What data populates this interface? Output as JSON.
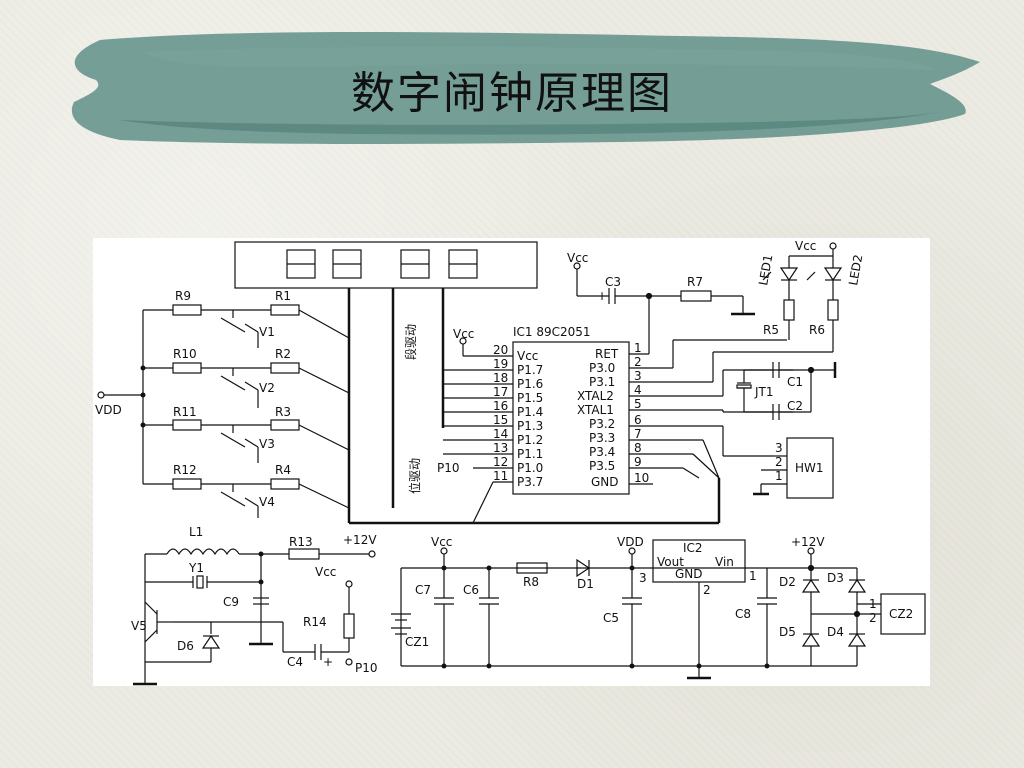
{
  "page": {
    "title": "数字闹钟原理图"
  },
  "schematic": {
    "display_drive": {
      "segment_drive": "段驱动",
      "digit_drive": "位驱动"
    },
    "resistors": {
      "r1": "R1",
      "r2": "R2",
      "r3": "R3",
      "r4": "R4",
      "r5": "R5",
      "r6": "R6",
      "r7": "R7",
      "r8": "R8",
      "r9": "R9",
      "r10": "R10",
      "r11": "R11",
      "r12": "R12",
      "r13": "R13",
      "r14": "R14"
    },
    "transistors": {
      "v1": "V1",
      "v2": "V2",
      "v3": "V3",
      "v4": "V4",
      "v5": "V5"
    },
    "capacitors": {
      "c1": "C1",
      "c2": "C2",
      "c3": "C3",
      "c4": "C4",
      "c5": "C5",
      "c6": "C6",
      "c7": "C7",
      "c8": "C8",
      "c9": "C9"
    },
    "diodes": {
      "d1": "D1",
      "d2": "D2",
      "d3": "D3",
      "d4": "D4",
      "d5": "D5",
      "d6": "D6"
    },
    "leds": {
      "led1": "LED1",
      "led2": "LED2"
    },
    "misc": {
      "vdd": "VDD",
      "vcc": "Vcc",
      "plus12v": "+12V",
      "l1": "L1",
      "y1": "Y1",
      "jt1": "JT1",
      "hw1": "HW1",
      "cz1": "CZ1",
      "cz2": "CZ2",
      "p10": "P10",
      "plus": "+"
    },
    "ic1": {
      "label": "IC1  89C2051",
      "left_pins": [
        {
          "num": "20",
          "name": "Vcc"
        },
        {
          "num": "19",
          "name": "P1.7"
        },
        {
          "num": "18",
          "name": "P1.6"
        },
        {
          "num": "17",
          "name": "P1.5"
        },
        {
          "num": "16",
          "name": "P1.4"
        },
        {
          "num": "15",
          "name": "P1.3"
        },
        {
          "num": "14",
          "name": "P1.2"
        },
        {
          "num": "13",
          "name": "P1.1"
        },
        {
          "num": "12",
          "name": "P1.0"
        },
        {
          "num": "11",
          "name": "P3.7"
        }
      ],
      "right_pins": [
        {
          "num": "1",
          "name": "RET"
        },
        {
          "num": "2",
          "name": "P3.0"
        },
        {
          "num": "3",
          "name": "P3.1"
        },
        {
          "num": "4",
          "name": "XTAL2"
        },
        {
          "num": "5",
          "name": "XTAL1"
        },
        {
          "num": "6",
          "name": "P3.2"
        },
        {
          "num": "7",
          "name": "P3.3"
        },
        {
          "num": "8",
          "name": "P3.4"
        },
        {
          "num": "9",
          "name": "P3.5"
        },
        {
          "num": "10",
          "name": "GND"
        }
      ]
    },
    "hw1_pins": [
      "3",
      "2",
      "1"
    ],
    "ic2": {
      "label": "IC2",
      "vout": "Vout",
      "vin": "Vin",
      "gnd": "GND",
      "pin_out": "3",
      "pin_in": "1",
      "pin_gnd": "2"
    },
    "cz2_pins": [
      "1",
      "2"
    ]
  }
}
